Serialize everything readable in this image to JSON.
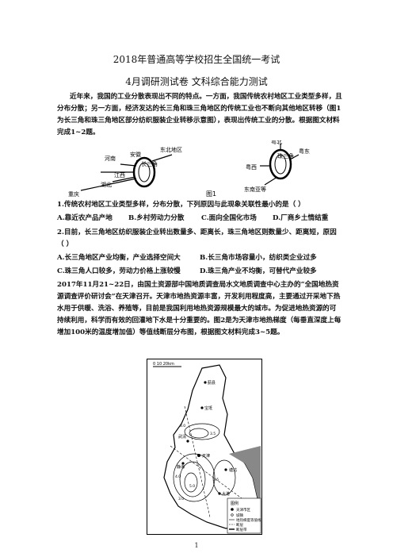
{
  "title": "2018年普通高等学校招生全国统一考试",
  "subtitle": "4月调研测试卷 文科综合能力测试",
  "intro": "近年来，我国的工业分散表现出不同的特点。一方面，我国传统农村地区工业类型多样，且分布分散；另一方面，经济发达的长三角和珠三角地区的传统工业也不断向其他地区转移（图1为长三角和珠三角地区部分纺织服装企业转移示意图），表现出传统工业的分散。根据图文材料完成1~2题。",
  "figure1": {
    "label": "图1",
    "left": {
      "center": "长三角",
      "labels": [
        "河南",
        "安徽",
        "东北地区",
        "江西",
        "湖北",
        "重庆"
      ]
    },
    "right": {
      "center": "珠三角",
      "labels": [
        "粤北",
        "粤东",
        "粤西",
        "东南亚等"
      ]
    }
  },
  "q1": {
    "stem": "1.传统农村地区工业类型多样，分布分散，下列原因与此现象关联性最小的是（   ）",
    "options": [
      "A.靠近农产品产地",
      "B.乡村劳动力分散",
      "C.面向全国化市场",
      "D.厂商乡土情结重"
    ]
  },
  "q2": {
    "stem": "2.目前，长三角地区纺织服装企业转出数量多、距离长，珠三角地区则数量少、距离短，原因（   ）",
    "options": [
      "A.长三角地区产业均衡，产业选择空间大",
      "B.长三角市场容量小，纺织类企业过多",
      "C.珠三角人口较多，劳动力价格上涨较慢",
      "D.珠三角产业不均衡，可替代产业较多"
    ]
  },
  "para2": "2017年11月21~22日，由国土资源部中国地质调查局水文地质调查中心主办的“全国地热资源调查评价研讨会”在天津召开。天津市地热资源丰富，开发利用程度高，主要通过开采地下热水用于供暖、洗浴、养殖等，目前是我国利用地热资源规模最大的城市。为促进地热资源的可持续利用，科学而有效的回灌地下水是十分重要的。图2是为天津市地热梯度（每垂直深度上每增加100米的温度增加值）等值线断层分布图，根据图文材料完成3~5题。",
  "map": {
    "scale": "0  10  20km",
    "places": [
      "蓟县",
      "宝坻",
      "武清",
      "天津",
      "静海",
      "塘沽",
      "大港"
    ],
    "values": [
      "3.0",
      "3.5",
      "4.0",
      "5.0",
      "3.5",
      "3.0"
    ],
    "legend": {
      "title": "图例",
      "items": [
        "天津市区",
        "城镇",
        "地热梯度等值线",
        "断层",
        "断层带"
      ]
    }
  },
  "page_number": "1"
}
